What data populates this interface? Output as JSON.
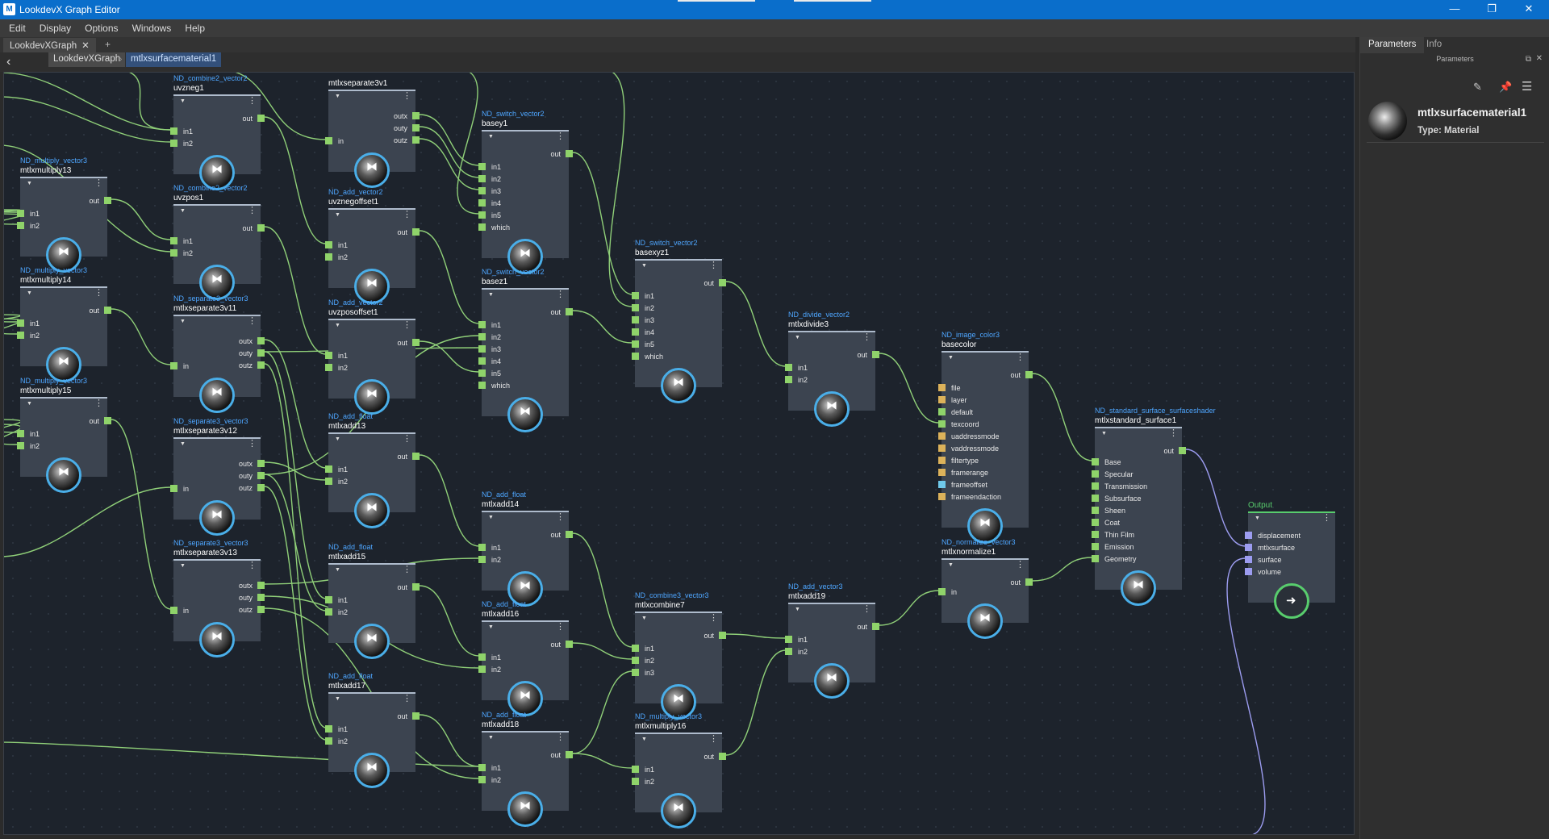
{
  "window": {
    "title": "LookdevX Graph Editor",
    "icon": "M",
    "minimize": "—",
    "restore": "❐",
    "close": "✕"
  },
  "menu": [
    "Edit",
    "Display",
    "Options",
    "Windows",
    "Help"
  ],
  "tabs": {
    "graph_tab": "LookdevXGraph",
    "close": "✕",
    "add": "+"
  },
  "breadcrumb": {
    "back": "‹",
    "items": [
      "LookdevXGraph",
      "mtlxsurfacematerial1"
    ],
    "separator": "›"
  },
  "right_panel": {
    "tabs": [
      "Parameters",
      "Info"
    ],
    "subheader": "Parameters",
    "material_name": "mtlxsurfacematerial1",
    "material_type": "Type: Material"
  },
  "colors": {
    "accent": "#0a6ecb",
    "port_vector": "#8fd36a",
    "port_filename": "#dcb25a",
    "port_float": "#6fc9ea",
    "port_shader": "#9c9cf0",
    "ring": "#4aaee8",
    "output_ring": "#58cd6d"
  },
  "nodes": [
    {
      "id": "n_uvzneg1",
      "type": "ND_combine2_vector2",
      "name": "uvzneg1",
      "inputs": [
        "in1",
        "in2"
      ],
      "outputs": [
        "out"
      ]
    },
    {
      "id": "n_mtlxseparate3v1",
      "type": "",
      "name": "mtlxseparate3v1",
      "inputs": [
        "in"
      ],
      "outputs": [
        "outx",
        "outy",
        "outz"
      ]
    },
    {
      "id": "n_basey1",
      "type": "ND_switch_vector2",
      "name": "basey1",
      "inputs": [
        "in1",
        "in2",
        "in3",
        "in4",
        "in5",
        "which"
      ],
      "outputs": [
        "out"
      ]
    },
    {
      "id": "n_mtlxmultiply13",
      "type": "ND_multiply_vector3",
      "name": "mtlxmultiply13",
      "inputs": [
        "in1",
        "in2"
      ],
      "outputs": [
        "out"
      ]
    },
    {
      "id": "n_uvzpos1",
      "type": "ND_combine2_vector2",
      "name": "uvzpos1",
      "inputs": [
        "in1",
        "in2"
      ],
      "outputs": [
        "out"
      ]
    },
    {
      "id": "n_uvznegoffset1",
      "type": "ND_add_vector2",
      "name": "uvznegoffset1",
      "inputs": [
        "in1",
        "in2"
      ],
      "outputs": [
        "out"
      ]
    },
    {
      "id": "n_mtlxmultiply14",
      "type": "ND_multiply_vector3",
      "name": "mtlxmultiply14",
      "inputs": [
        "in1",
        "in2"
      ],
      "outputs": [
        "out"
      ]
    },
    {
      "id": "n_mtlxseparate3v11",
      "type": "ND_separate3_vector3",
      "name": "mtlxseparate3v11",
      "inputs": [
        "in"
      ],
      "outputs": [
        "outx",
        "outy",
        "outz"
      ]
    },
    {
      "id": "n_uvzposoffset1",
      "type": "ND_add_vector2",
      "name": "uvzposoffset1",
      "inputs": [
        "in1",
        "in2"
      ],
      "outputs": [
        "out"
      ]
    },
    {
      "id": "n_basez1",
      "type": "ND_switch_vector2",
      "name": "basez1",
      "inputs": [
        "in1",
        "in2",
        "in3",
        "in4",
        "in5",
        "which"
      ],
      "outputs": [
        "out"
      ]
    },
    {
      "id": "n_basexyz1",
      "type": "ND_switch_vector2",
      "name": "basexyz1",
      "inputs": [
        "in1",
        "in2",
        "in3",
        "in4",
        "in5",
        "which"
      ],
      "outputs": [
        "out"
      ]
    },
    {
      "id": "n_mtlxdivide3",
      "type": "ND_divide_vector2",
      "name": "mtlxdivide3",
      "inputs": [
        "in1",
        "in2"
      ],
      "outputs": [
        "out"
      ]
    },
    {
      "id": "n_basecolor",
      "type": "ND_image_color3",
      "name": "basecolor",
      "inputs": [
        "file",
        "layer",
        "default",
        "texcoord",
        "uaddressmode",
        "vaddressmode",
        "filtertype",
        "framerange",
        "frameoffset",
        "frameendaction"
      ],
      "outputs": [
        "out"
      ]
    },
    {
      "id": "n_mtlxmultiply15",
      "type": "ND_multiply_vector3",
      "name": "mtlxmultiply15",
      "inputs": [
        "in1",
        "in2"
      ],
      "outputs": [
        "out"
      ]
    },
    {
      "id": "n_mtlxseparate3v12",
      "type": "ND_separate3_vector3",
      "name": "mtlxseparate3v12",
      "inputs": [
        "in"
      ],
      "outputs": [
        "outx",
        "outy",
        "outz"
      ]
    },
    {
      "id": "n_mtlxadd13",
      "type": "ND_add_float",
      "name": "mtlxadd13",
      "inputs": [
        "in1",
        "in2"
      ],
      "outputs": [
        "out"
      ]
    },
    {
      "id": "n_mtlxstandard_surface1",
      "type": "ND_standard_surface_surfaceshader",
      "name": "mtlxstandard_surface1",
      "inputs": [
        "Base",
        "Specular",
        "Transmission",
        "Subsurface",
        "Sheen",
        "Coat",
        "Thin Film",
        "Emission",
        "Geometry"
      ],
      "outputs": [
        "out"
      ]
    },
    {
      "id": "n_mtlxadd14",
      "type": "ND_add_float",
      "name": "mtlxadd14",
      "inputs": [
        "in1",
        "in2"
      ],
      "outputs": [
        "out"
      ]
    },
    {
      "id": "n_mtlxseparate3v13",
      "type": "ND_separate3_vector3",
      "name": "mtlxseparate3v13",
      "inputs": [
        "in"
      ],
      "outputs": [
        "outx",
        "outy",
        "outz"
      ]
    },
    {
      "id": "n_mtlxadd15",
      "type": "ND_add_float",
      "name": "mtlxadd15",
      "inputs": [
        "in1",
        "in2"
      ],
      "outputs": [
        "out"
      ]
    },
    {
      "id": "n_mtlxnormalize1",
      "type": "ND_normalize_vector3",
      "name": "mtlxnormalize1",
      "inputs": [
        "in"
      ],
      "outputs": [
        "out"
      ]
    },
    {
      "id": "n_output",
      "type": "",
      "name": "Output",
      "inputs": [
        "displacement",
        "mtlxsurface",
        "surface",
        "volume"
      ],
      "outputs": []
    },
    {
      "id": "n_mtlxcombine7",
      "type": "ND_combine3_vector3",
      "name": "mtlxcombine7",
      "inputs": [
        "in1",
        "in2",
        "in3"
      ],
      "outputs": [
        "out"
      ]
    },
    {
      "id": "n_mtlxadd19",
      "type": "ND_add_vector3",
      "name": "mtlxadd19",
      "inputs": [
        "in1",
        "in2"
      ],
      "outputs": [
        "out"
      ]
    },
    {
      "id": "n_mtlxadd16",
      "type": "ND_add_float",
      "name": "mtlxadd16",
      "inputs": [
        "in1",
        "in2"
      ],
      "outputs": [
        "out"
      ]
    },
    {
      "id": "n_mtlxadd17",
      "type": "ND_add_float",
      "name": "mtlxadd17",
      "inputs": [
        "in1",
        "in2"
      ],
      "outputs": [
        "out"
      ]
    },
    {
      "id": "n_mtlxadd18",
      "type": "ND_add_float",
      "name": "mtlxadd18",
      "inputs": [
        "in1",
        "in2"
      ],
      "outputs": [
        "out"
      ]
    },
    {
      "id": "n_mtlxmultiply16",
      "type": "ND_multiply_vector3",
      "name": "mtlxmultiply16",
      "inputs": [
        "in1",
        "in2"
      ],
      "outputs": [
        "out"
      ]
    }
  ]
}
